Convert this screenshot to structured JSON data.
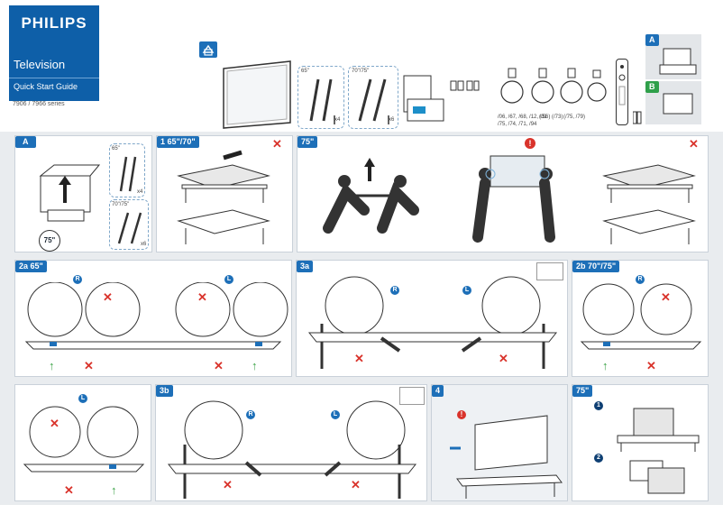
{
  "brand": {
    "logo": "PHILIPS",
    "title": "Television",
    "subtitle": "Quick Start Guide",
    "series": "7906 / 7966 series"
  },
  "accessories": {
    "size_65": "65\"",
    "size_70_75": "70\"/75\"",
    "screws_4": "x4",
    "screws_6": "x6",
    "cable_labels_1": "/06, /67, /68, /12, /31",
    "cable_labels_2": "/75, /74, /71, /94",
    "cable_labels_3": "(/56) (/73)",
    "cable_labels_4": "(/75, /79)"
  },
  "step_tags": {
    "A_top": "A",
    "B_top": "B",
    "A": "A",
    "s1": "1",
    "s1_size": "65\"/70\"",
    "s1_75": "75\"",
    "s2a": "2a",
    "s2a_size": "65\"",
    "s3a": "3a",
    "s2b": "2b",
    "s2b_size": "70\"/75\"",
    "s3b": "3b",
    "s4": "4",
    "s4_75": "75\""
  },
  "markers": {
    "R": "R",
    "L": "L",
    "one": "1",
    "two": "2"
  },
  "box_labels": {
    "A_65": "65\"",
    "A_70_75": "70\"/75\"",
    "A_x4": "x4",
    "A_x6": "x6",
    "A_75": "75\""
  },
  "colors": {
    "philips_blue": "#0e5fa8",
    "step_blue": "#1d6fb8",
    "red": "#d9332b",
    "green": "#3aa346"
  }
}
